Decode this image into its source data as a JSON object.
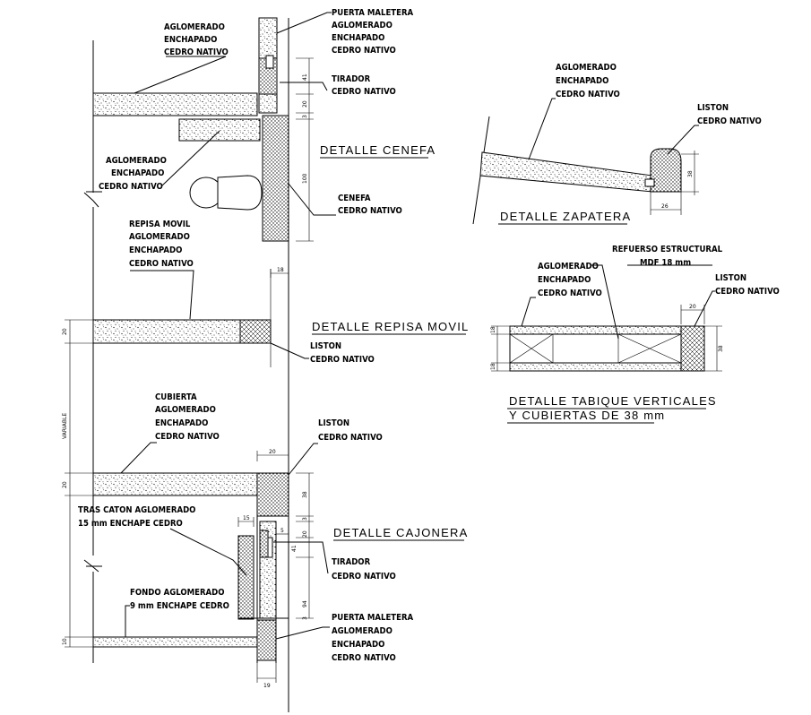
{
  "labels": {
    "puerta_top": [
      "PUERTA MALETERA",
      "AGLOMERADO",
      "ENCHAPADO",
      "CEDRO NATIVO"
    ],
    "aglomerado_top": [
      "AGLOMERADO",
      "ENCHAPADO",
      "CEDRO NATIVO"
    ],
    "tirador_top": [
      "TIRADOR",
      "CEDRO NATIVO"
    ],
    "aglomerado_mid": [
      "AGLOMERADO",
      "ENCHAPADO",
      "CEDRO NATIVO"
    ],
    "cenefa": [
      "CENEFA",
      "CEDRO NATIVO"
    ],
    "repisa_movil": [
      "REPISA MOVIL",
      "AGLOMERADO",
      "ENCHAPADO",
      "CEDRO NATIVO"
    ],
    "liston_repisa": [
      "LISTON",
      "CEDRO NATIVO"
    ],
    "cubierta": [
      "CUBIERTA",
      "AGLOMERADO",
      "ENCHAPADO",
      "CEDRO NATIVO"
    ],
    "liston_cubierta": [
      "LISTON",
      "CEDRO NATIVO"
    ],
    "trascaton": [
      "TRAS CATON AGLOMERADO",
      "15 mm ENCHAPE CEDRO"
    ],
    "tirador_bottom": [
      "TIRADOR",
      "CEDRO NATIVO"
    ],
    "fondo": [
      "FONDO AGLOMERADO",
      "9 mm ENCHAPE CEDRO"
    ],
    "puerta_bottom": [
      "PUERTA MALETERA",
      "AGLOMERADO",
      "ENCHAPADO",
      "CEDRO NATIVO"
    ],
    "zap_aglomerado": [
      "AGLOMERADO",
      "ENCHAPADO",
      "CEDRO NATIVO"
    ],
    "zap_liston": [
      "LISTON",
      "CEDRO NATIVO"
    ],
    "tab_aglomerado": [
      "AGLOMERADO",
      "ENCHAPADO",
      "CEDRO NATIVO"
    ],
    "tab_refuerzo": [
      "REFUERSO ESTRUCTURAL",
      "MDF 18 mm"
    ],
    "tab_liston": [
      "LISTON",
      "CEDRO NATIVO"
    ]
  },
  "titles": {
    "cenefa": "DETALLE  CENEFA",
    "repisa": "DETALLE  REPISA  MOVIL",
    "cajonera": "DETALLE   CAJONERA",
    "zapatera": "DETALLE   ZAPATERA",
    "tabique_1": "DETALLE  TABIQUE VERTICALES",
    "tabique_2": "Y CUBIERTAS  DE 38 mm"
  },
  "dimensions": {
    "top_41": "41",
    "top_20": "20",
    "top_3": "3",
    "cenefa_100": "100",
    "repisa_18": "18",
    "repisa_20": "20",
    "variable": "VARIABLE",
    "cubierta_20_left": "20",
    "cubierta_20_top": "20",
    "cubierta_38": "38",
    "cubierta_3": "3",
    "cajon_15": "15",
    "cajon_5": "5",
    "cajon_20": "20",
    "cajon_41": "41",
    "cajon_94": "94",
    "cajon_3": "3",
    "fondo_10": "10",
    "bottom_19": "19",
    "zap_38": "38",
    "zap_26": "26",
    "tab_20": "20",
    "tab_38": "38",
    "tab_18a": "18",
    "tab_18b": "18"
  }
}
